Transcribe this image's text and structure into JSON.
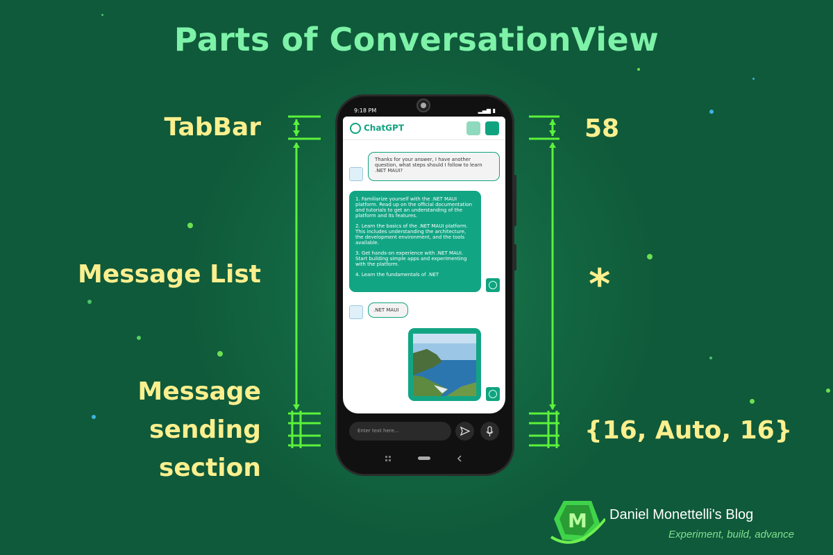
{
  "title": "Parts of ConversationView",
  "labels": {
    "tabbar": "TabBar",
    "message_list": "Message List",
    "sending_line1": "Message",
    "sending_line2": "sending",
    "sending_line3": "section"
  },
  "values": {
    "tabbar": "58",
    "message_list": "*",
    "sending": "{16, Auto, 16}"
  },
  "phone": {
    "status_time": "9:18 PM",
    "app_name": "ChatGPT",
    "user_message": "Thanks for your answer, I have another question, what steps should I follow to learn .NET MAUI?",
    "bot_message": [
      "1. Familiarize yourself with the .NET MAUI platform. Read up on the official documentation and tutorials to get an understanding of the platform and its features.",
      "2. Learn the basics of the .NET MAUI platform. This includes understanding the architecture, the development environment, and the tools available.",
      "3. Get hands-on experience with .NET MAUI. Start building simple apps and experimenting with the platform.",
      "4. Learn the fundamentals of .NET"
    ],
    "user_short": ".NET MAUI",
    "input_placeholder": "Enter text here..."
  },
  "brand": {
    "name": "Daniel Monettelli's Blog",
    "tagline": "Experiment, build, advance",
    "logo_letter": "M"
  },
  "colors": {
    "background": "#0f5a3a",
    "title": "#7df2a8",
    "label": "#fbef8e",
    "marker": "#5cf23a",
    "chat_accent": "#10a37f"
  }
}
